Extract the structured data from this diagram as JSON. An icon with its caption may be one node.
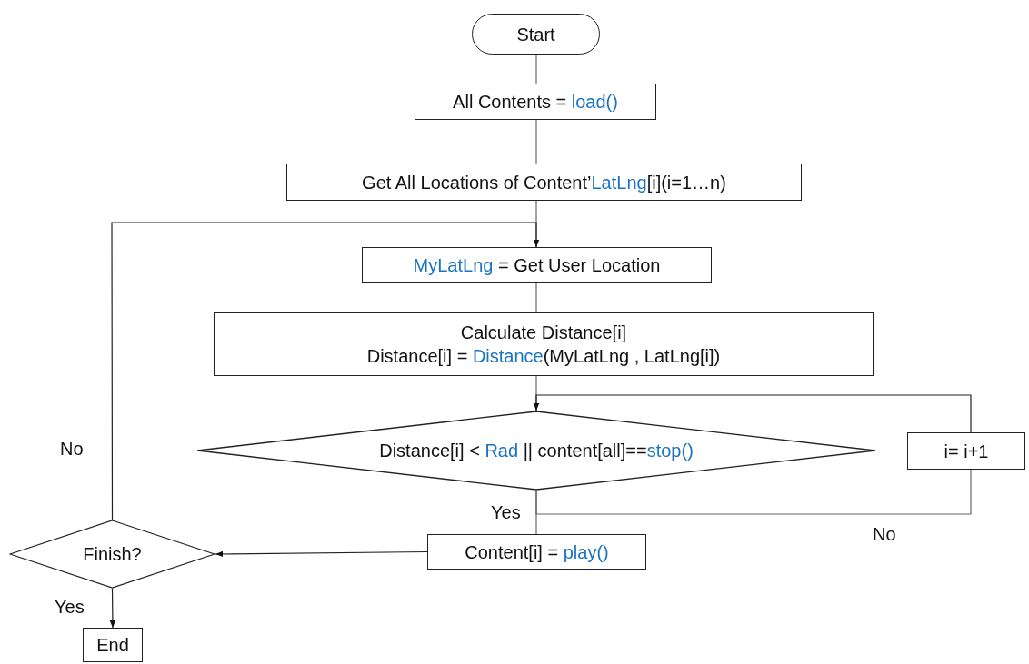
{
  "diagram": {
    "nodes": [
      {
        "text": [
          "Start"
        ]
      },
      {
        "text": [
          "All Contents = *load()*"
        ]
      },
      {
        "text": [
          "Get All Locations of Content’*LatLng*[i](i=1…n)"
        ]
      },
      {
        "text": [
          "*MyLatLng* = Get User Location"
        ]
      },
      {
        "text": [
          "Calculate Distance[i]",
          "Distance[i] = *Distance*(MyLatLng , LatLng[i])"
        ]
      },
      {
        "text": [
          "Distance[i] < *Rad* || content[all]==*stop()*"
        ]
      },
      {
        "text": [
          "i= i+1"
        ]
      },
      {
        "text": [
          "Content[i] = *play()*"
        ]
      },
      {
        "text": [
          "Finish?"
        ]
      },
      {
        "text": [
          "End"
        ]
      }
    ],
    "edges": [
      {
        "from": 0,
        "to": 1,
        "arrow": "none"
      },
      {
        "from": 1,
        "to": 2,
        "arrow": "none"
      },
      {
        "from": 2,
        "to": 3,
        "arrow": "none"
      },
      {
        "from": 3,
        "to": 4,
        "arrow": "none"
      },
      {
        "from": 4,
        "to": 5,
        "arrow": "none"
      },
      {
        "from": 5,
        "to": 7,
        "arrow": "none",
        "label": "Yes"
      },
      {
        "from": 5,
        "to": 6,
        "arrow": "none",
        "label": "No"
      },
      {
        "from": 6,
        "to": 5,
        "arrow": "to"
      },
      {
        "from": 7,
        "to": 8,
        "arrow": "to"
      },
      {
        "from": 8,
        "to": 3,
        "arrow": "to",
        "label": "No"
      },
      {
        "from": 8,
        "to": 9,
        "arrow": "to",
        "label": "Yes"
      }
    ]
  }
}
